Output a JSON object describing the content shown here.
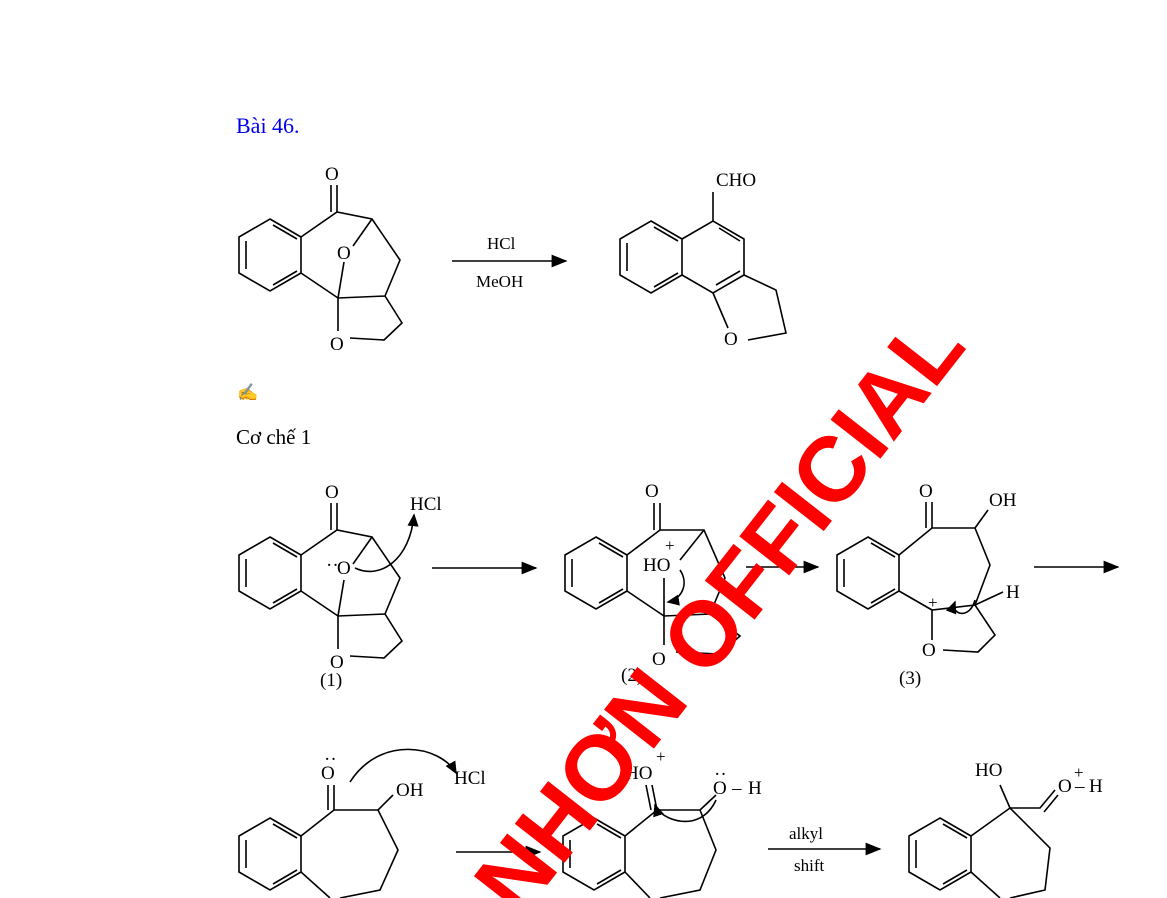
{
  "document": {
    "title": "Bài 46.",
    "pen_glyph": "✍",
    "mechanism_heading": "Cơ chế 1"
  },
  "reaction_1": {
    "reagent_top": "HCl",
    "reagent_bottom": "MeOH",
    "product_group": "CHO"
  },
  "atoms": {
    "oxygen": "O",
    "hydroxyl": "OH",
    "hydrogen": "H",
    "hydroxonium": "HO",
    "plus": "+",
    "lone_pair": "··",
    "acid": "HCl",
    "protonated_oxygen": "O",
    "dash": "–"
  },
  "mechanism": {
    "labels": [
      "(1)",
      "(2)",
      "(3)"
    ],
    "step_reagent_top": "alkyl",
    "step_reagent_bottom": "shift"
  },
  "watermark": {
    "text": "NHƠN OFFICIAL",
    "color": "#ff0000"
  }
}
